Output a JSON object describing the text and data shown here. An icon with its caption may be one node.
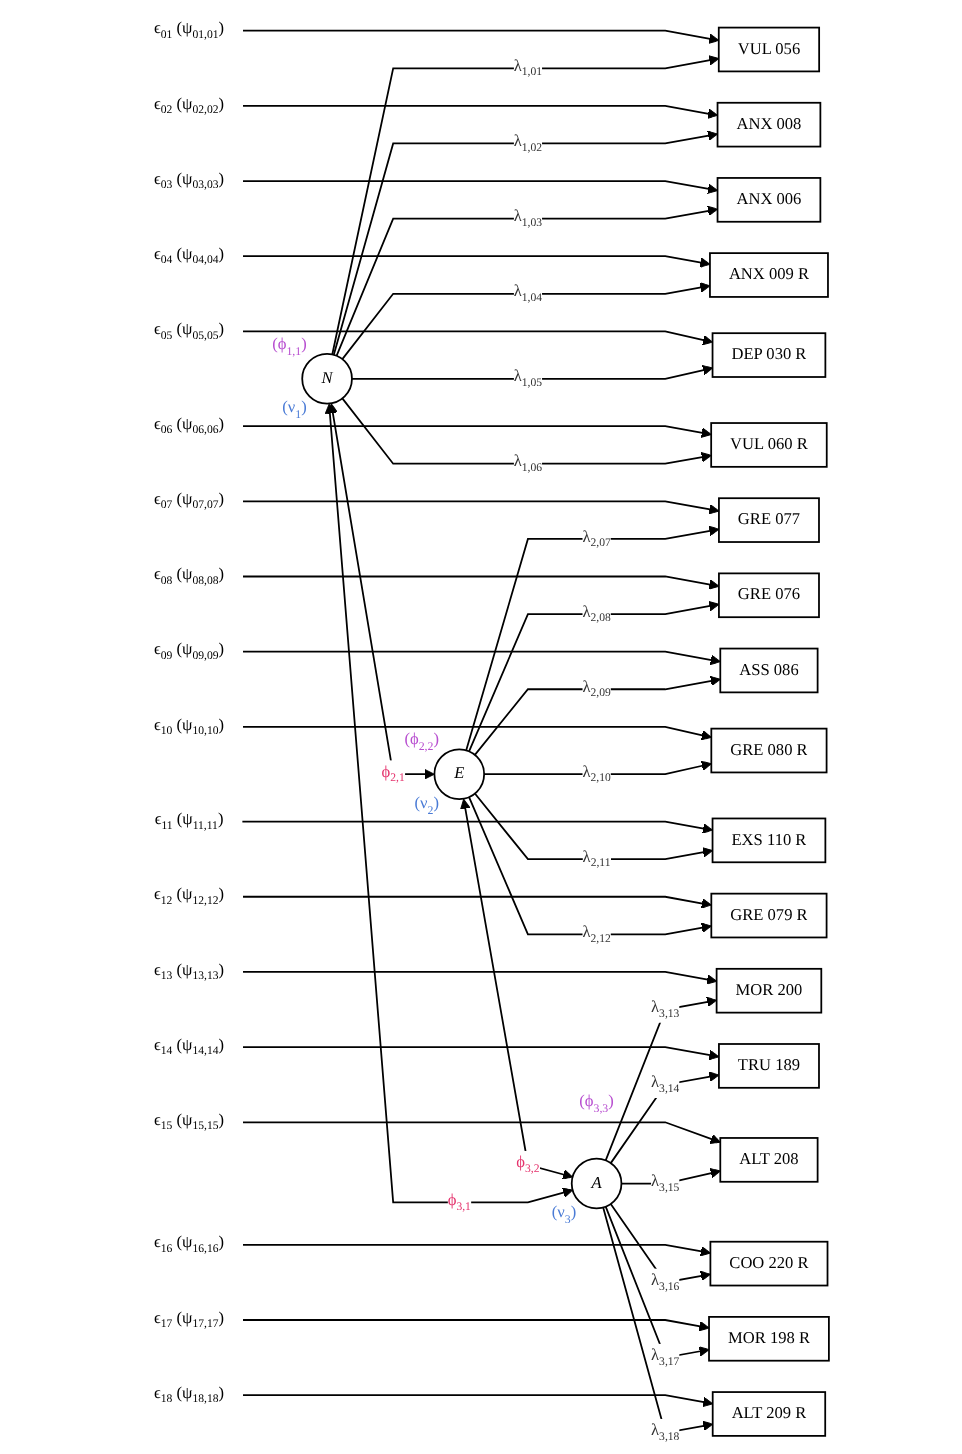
{
  "diagram": {
    "nodes": [
      {
        "text": [
          "ϵ$_{01}$ (ψ$_{01,01}$)"
        ]
      },
      {
        "text": [
          "VUL 056"
        ]
      },
      {
        "text": [
          "ϵ$_{02}$ (ψ$_{02,02}$)"
        ]
      },
      {
        "text": [
          "ANX 008"
        ]
      },
      {
        "text": [
          "ϵ$_{03}$ (ψ$_{03,03}$)"
        ]
      },
      {
        "text": [
          "ANX 006"
        ]
      },
      {
        "text": [
          "ϵ$_{04}$ (ψ$_{04,04}$)"
        ]
      },
      {
        "text": [
          "ANX 009 R"
        ]
      },
      {
        "text": [
          "ϵ$_{05}$ (ψ$_{05,05}$)"
        ]
      },
      {
        "text": [
          "DEP 030 R"
        ]
      },
      {
        "text": [
          "ϵ$_{06}$ (ψ$_{06,06}$)"
        ]
      },
      {
        "text": [
          "VUL 060 R"
        ]
      },
      {
        "text": [
          "ϵ$_{07}$ (ψ$_{07,07}$)"
        ]
      },
      {
        "text": [
          "GRE 077"
        ]
      },
      {
        "text": [
          "ϵ$_{08}$ (ψ$_{08,08}$)"
        ]
      },
      {
        "text": [
          "GRE 076"
        ]
      },
      {
        "text": [
          "ϵ$_{09}$ (ψ$_{09,09}$)"
        ]
      },
      {
        "text": [
          "ASS 086"
        ]
      },
      {
        "text": [
          "ϵ$_{10}$ (ψ$_{10,10}$)"
        ]
      },
      {
        "text": [
          "GRE 080 R"
        ]
      },
      {
        "text": [
          "ϵ$_{11}$ (ψ$_{11,11}$)"
        ]
      },
      {
        "text": [
          "EXS 110 R"
        ]
      },
      {
        "text": [
          "ϵ$_{12}$ (ψ$_{12,12}$)"
        ]
      },
      {
        "text": [
          "GRE 079 R"
        ]
      },
      {
        "text": [
          "ϵ$_{13}$ (ψ$_{13,13}$)"
        ]
      },
      {
        "text": [
          "MOR 200"
        ]
      },
      {
        "text": [
          "ϵ$_{14}$ (ψ$_{14,14}$)"
        ]
      },
      {
        "text": [
          "TRU 189"
        ]
      },
      {
        "text": [
          "ϵ$_{15}$ (ψ$_{15,15}$)"
        ]
      },
      {
        "text": [
          "ALT 208"
        ]
      },
      {
        "text": [
          "ϵ$_{16}$ (ψ$_{16,16}$)"
        ]
      },
      {
        "text": [
          "COO 220 R"
        ]
      },
      {
        "text": [
          "ϵ$_{17}$ (ψ$_{17,17}$)"
        ]
      },
      {
        "text": [
          "MOR 198 R"
        ]
      },
      {
        "text": [
          "ϵ$_{18}$ (ψ$_{18,18}$)"
        ]
      },
      {
        "text": [
          "ALT 209 R"
        ]
      },
      {
        "text": [
          "N"
        ],
        "beside": [
          "(ϕ$_{1,1}$)",
          "(ν$_{1}$)"
        ]
      },
      {
        "text": [
          "E"
        ],
        "beside": [
          "(ϕ$_{2,2}$)",
          "(ν$_{2}$)"
        ]
      },
      {
        "text": [
          "A"
        ],
        "beside": [
          "(ϕ$_{3,3}$)",
          "(ν$_{3}$)"
        ]
      }
    ],
    "edges": [
      {
        "from": 0,
        "to": 1,
        "arrow": "to"
      },
      {
        "from": 2,
        "to": 3,
        "arrow": "to"
      },
      {
        "from": 4,
        "to": 5,
        "arrow": "to"
      },
      {
        "from": 6,
        "to": 7,
        "arrow": "to"
      },
      {
        "from": 8,
        "to": 9,
        "arrow": "to"
      },
      {
        "from": 10,
        "to": 11,
        "arrow": "to"
      },
      {
        "from": 12,
        "to": 13,
        "arrow": "to"
      },
      {
        "from": 14,
        "to": 15,
        "arrow": "to"
      },
      {
        "from": 16,
        "to": 17,
        "arrow": "to"
      },
      {
        "from": 18,
        "to": 19,
        "arrow": "to"
      },
      {
        "from": 20,
        "to": 21,
        "arrow": "to"
      },
      {
        "from": 22,
        "to": 23,
        "arrow": "to"
      },
      {
        "from": 24,
        "to": 25,
        "arrow": "to"
      },
      {
        "from": 26,
        "to": 27,
        "arrow": "to"
      },
      {
        "from": 28,
        "to": 29,
        "arrow": "to"
      },
      {
        "from": 30,
        "to": 31,
        "arrow": "to"
      },
      {
        "from": 32,
        "to": 33,
        "arrow": "to"
      },
      {
        "from": 34,
        "to": 35,
        "arrow": "to"
      },
      {
        "from": 36,
        "to": 1,
        "arrow": "to",
        "label": "λ$_{1,01}$"
      },
      {
        "from": 36,
        "to": 3,
        "arrow": "to",
        "label": "λ$_{1,02}$"
      },
      {
        "from": 36,
        "to": 5,
        "arrow": "to",
        "label": "λ$_{1,03}$"
      },
      {
        "from": 36,
        "to": 7,
        "arrow": "to",
        "label": "λ$_{1,04}$"
      },
      {
        "from": 36,
        "to": 9,
        "arrow": "to",
        "label": "λ$_{1,05}$"
      },
      {
        "from": 36,
        "to": 11,
        "arrow": "to",
        "label": "λ$_{1,06}$"
      },
      {
        "from": 37,
        "to": 13,
        "arrow": "to",
        "label": "λ$_{2,07}$"
      },
      {
        "from": 37,
        "to": 15,
        "arrow": "to",
        "label": "λ$_{2,08}$"
      },
      {
        "from": 37,
        "to": 17,
        "arrow": "to",
        "label": "λ$_{2,09}$"
      },
      {
        "from": 37,
        "to": 19,
        "arrow": "to",
        "label": "λ$_{2,10}$"
      },
      {
        "from": 37,
        "to": 21,
        "arrow": "to",
        "label": "λ$_{2,11}$"
      },
      {
        "from": 37,
        "to": 23,
        "arrow": "to",
        "label": "λ$_{2,12}$"
      },
      {
        "from": 38,
        "to": 25,
        "arrow": "to",
        "label": "λ$_{3,13}$"
      },
      {
        "from": 38,
        "to": 27,
        "arrow": "to",
        "label": "λ$_{3,14}$"
      },
      {
        "from": 38,
        "to": 29,
        "arrow": "to",
        "label": "λ$_{3,15}$"
      },
      {
        "from": 38,
        "to": 31,
        "arrow": "to",
        "label": "λ$_{3,16}$"
      },
      {
        "from": 38,
        "to": 33,
        "arrow": "to",
        "label": "λ$_{3,17}$"
      },
      {
        "from": 38,
        "to": 35,
        "arrow": "to",
        "label": "λ$_{3,18}$"
      },
      {
        "from": 36,
        "to": 37,
        "arrow": "both",
        "label": "ϕ$_{2,1}$"
      },
      {
        "from": 37,
        "to": 38,
        "arrow": "both",
        "label": "ϕ$_{3,2}$"
      },
      {
        "from": 36,
        "to": 38,
        "arrow": "both",
        "label": "ϕ$_{3,1}$"
      }
    ]
  }
}
